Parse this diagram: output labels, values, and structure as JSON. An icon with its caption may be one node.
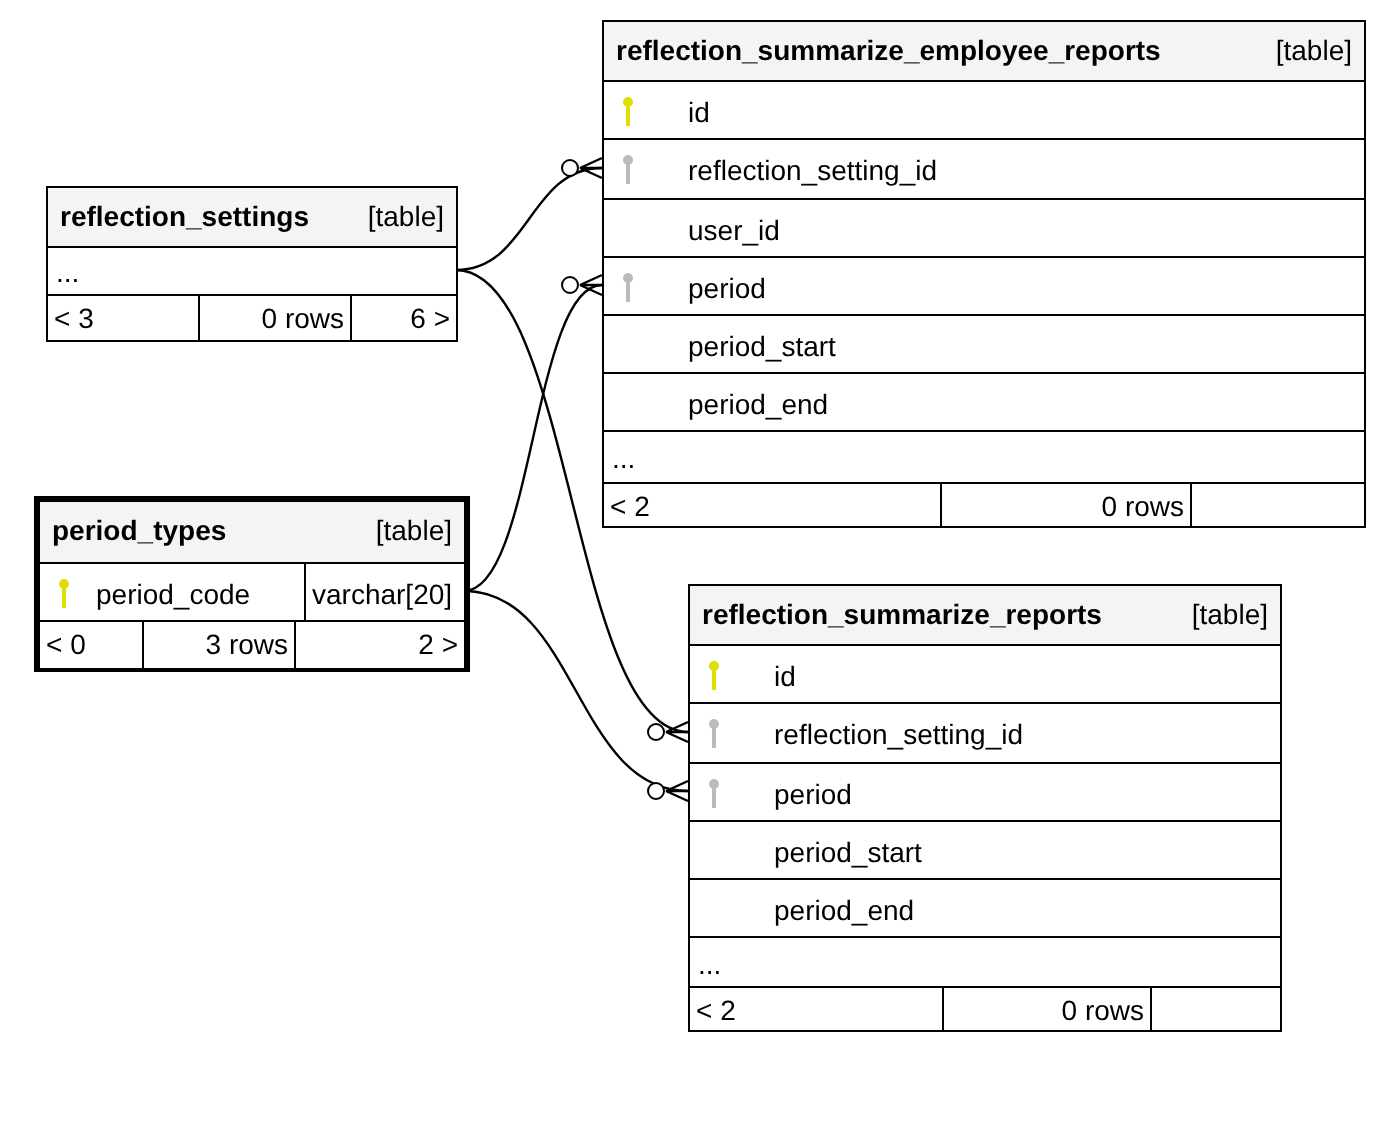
{
  "diagram": {
    "nodes": [
      {
        "text": [
          "reflection_summarize_employee_reports",
          "[table]"
        ]
      },
      {
        "text": [
          "id"
        ],
        "in": 0
      },
      {
        "text": [
          "reflection_setting_id"
        ],
        "in": 0
      },
      {
        "text": [
          "user_id"
        ],
        "in": 0
      },
      {
        "text": [
          "period"
        ],
        "in": 0
      },
      {
        "text": [
          "period_start"
        ],
        "in": 0
      },
      {
        "text": [
          "period_end"
        ],
        "in": 0
      },
      {
        "text": [
          "..."
        ],
        "in": 0
      },
      {
        "text": [
          "< 2",
          "0 rows"
        ],
        "in": 0
      },
      {
        "text": [
          "reflection_settings",
          "[table]"
        ]
      },
      {
        "text": [
          "..."
        ],
        "in": 9
      },
      {
        "text": [
          "< 3",
          "0 rows",
          "6 >"
        ],
        "in": 9
      },
      {
        "text": [
          "period_types",
          "[table]"
        ]
      },
      {
        "text": [
          "period_code",
          "varchar[20]"
        ],
        "in": 12
      },
      {
        "text": [
          "< 0",
          "3 rows",
          "2 >"
        ],
        "in": 12
      },
      {
        "text": [
          "reflection_summarize_reports",
          "[table]"
        ]
      },
      {
        "text": [
          "id"
        ],
        "in": 15
      },
      {
        "text": [
          "reflection_setting_id"
        ],
        "in": 15
      },
      {
        "text": [
          "period"
        ],
        "in": 15
      },
      {
        "text": [
          "period_start"
        ],
        "in": 15
      },
      {
        "text": [
          "period_end"
        ],
        "in": 15
      },
      {
        "text": [
          "..."
        ],
        "in": 15
      },
      {
        "text": [
          "< 2",
          "0 rows"
        ],
        "in": 15
      }
    ],
    "edges": [
      {
        "from": 10,
        "to": 2,
        "arrow": "other"
      },
      {
        "from": 10,
        "to": 17,
        "arrow": "other"
      },
      {
        "from": 13,
        "to": 4,
        "arrow": "other"
      },
      {
        "from": 13,
        "to": 18,
        "arrow": "other"
      }
    ]
  }
}
